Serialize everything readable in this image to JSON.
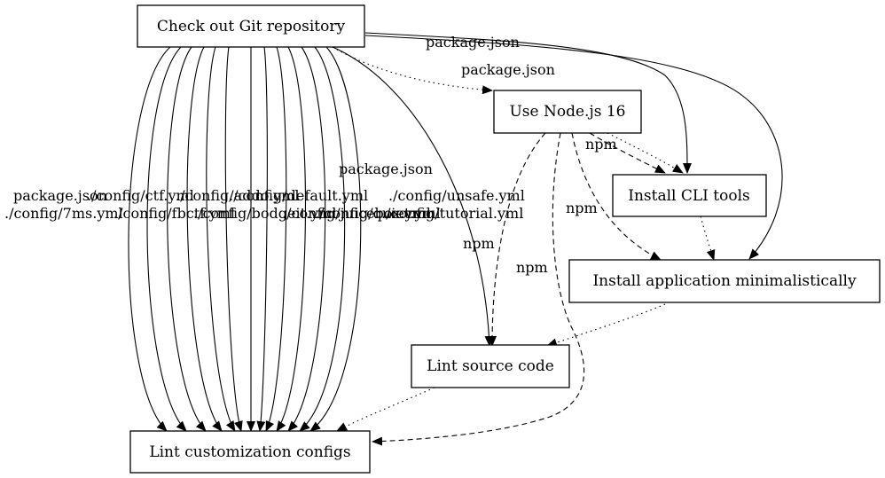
{
  "nodes": {
    "checkout": "Check out Git repository",
    "node16": "Use Node.js 16",
    "cli": "Install CLI tools",
    "install_app": "Install application minimalistically",
    "lint_source": "Lint source code",
    "lint_configs": "Lint customization configs"
  },
  "edge_labels": {
    "pkg_json_top": "package.json",
    "pkg_json_node16": "package.json",
    "pkg_json_mid": "package.json",
    "pkg_json_left": "package.json",
    "cfg_ctf": "./config/ctf.yml",
    "cfg_addo": "./config/addo.yml",
    "cfg_default": "./config/default.yml",
    "cfg_unsafe": "./config/unsafe.yml",
    "cfg_7ms": "./config/7ms.yml",
    "cfg_fbctf": "./config/fbctf.yml",
    "cfg_bodgeit": "./config/bodgeit.yml",
    "cfg_juicebox": "./config/juicebox.yml",
    "cfg_quiet": "./config/quiet.yml",
    "cfg_tutorial": "./config/tutorial.yml",
    "npm_cli": "npm",
    "npm_app": "npm",
    "npm_lint": "npm",
    "npm_configs": "npm"
  }
}
